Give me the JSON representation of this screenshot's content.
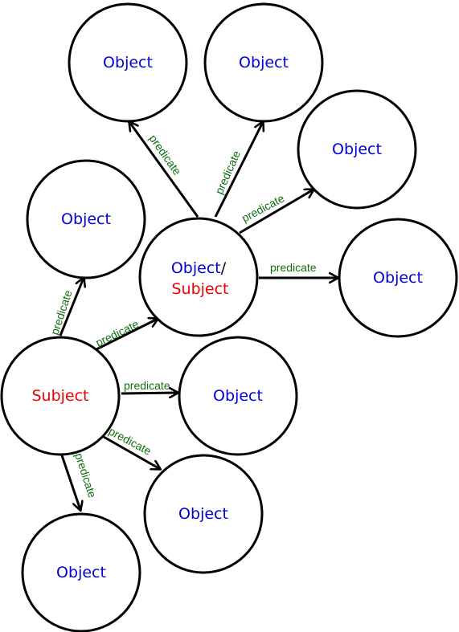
{
  "colors": {
    "object": "#0000dd",
    "subject": "#ee0000",
    "predicate": "#107010",
    "stroke": "#000000"
  },
  "nodes": [
    {
      "id": "subject",
      "label": "Subject",
      "kind": "subject"
    },
    {
      "id": "hub",
      "label_object": "Object",
      "label_sep": "/",
      "label_subject": "Subject",
      "kind": "both"
    },
    {
      "id": "object-left-top",
      "label": "Object",
      "kind": "object"
    },
    {
      "id": "object-top-left",
      "label": "Object",
      "kind": "object"
    },
    {
      "id": "object-top-middle",
      "label": "Object",
      "kind": "object"
    },
    {
      "id": "object-right-upper",
      "label": "Object",
      "kind": "object"
    },
    {
      "id": "object-right",
      "label": "Object",
      "kind": "object"
    },
    {
      "id": "object-middle",
      "label": "Object",
      "kind": "object"
    },
    {
      "id": "object-lower-middle",
      "label": "Object",
      "kind": "object"
    },
    {
      "id": "object-bottom-left",
      "label": "Object",
      "kind": "object"
    }
  ],
  "edges": [
    {
      "id": "subject-to-object-left-top",
      "from": "subject",
      "to": "object-left-top",
      "label": "predicate"
    },
    {
      "id": "subject-to-hub",
      "from": "subject",
      "to": "hub",
      "label": "predicate"
    },
    {
      "id": "subject-to-object-middle",
      "from": "subject",
      "to": "object-middle",
      "label": "predicate"
    },
    {
      "id": "subject-to-object-lower-middle",
      "from": "subject",
      "to": "object-lower-middle",
      "label": "predicate"
    },
    {
      "id": "subject-to-object-bottom-left",
      "from": "subject",
      "to": "object-bottom-left",
      "label": "predicate"
    },
    {
      "id": "hub-to-object-top-left",
      "from": "hub",
      "to": "object-top-left",
      "label": "predicate"
    },
    {
      "id": "hub-to-object-top-middle",
      "from": "hub",
      "to": "object-top-middle",
      "label": "predicate"
    },
    {
      "id": "hub-to-object-right-upper",
      "from": "hub",
      "to": "object-right-upper",
      "label": "predicate"
    },
    {
      "id": "hub-to-object-right",
      "from": "hub",
      "to": "object-right",
      "label": "predicate"
    }
  ]
}
